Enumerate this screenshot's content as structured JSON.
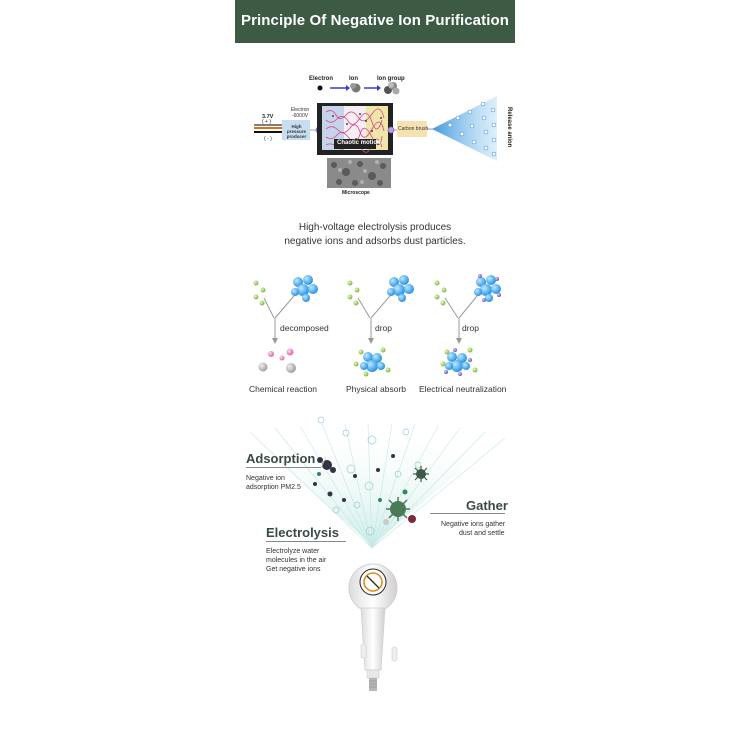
{
  "header": {
    "title": "Principle Of Negative Ion Purification"
  },
  "diagram": {
    "legend": {
      "electron": "Electron",
      "ion": "Ion",
      "ion_group": "Ion group"
    },
    "battery_voltage": "3.7V",
    "plus": "( + )",
    "minus": "( - )",
    "electron_voltage": "Electron -6000V",
    "producer": "High pressure producer",
    "chaotic": "Chaotic motion",
    "microscope": "Microscope",
    "carbon_brush": "Carbon brush",
    "release": "Release anion"
  },
  "description": {
    "line1": "High-voltage electrolysis produces",
    "line2": "negative ions and adsorbs dust particles."
  },
  "mechanisms": [
    {
      "arrow_label": "decomposed",
      "result": "Chemical reaction"
    },
    {
      "arrow_label": "drop",
      "result": "Physical absorb"
    },
    {
      "arrow_label": "drop",
      "result": "Electrical neutralization"
    }
  ],
  "device": {
    "adsorption": {
      "title": "Adsorption",
      "text1": "Negative ion",
      "text2": "adsorption PM2.5"
    },
    "gather": {
      "title": "Gather",
      "text1": "Negative ions gather",
      "text2": "dust and settle"
    },
    "electrolysis": {
      "title": "Electrolysis",
      "text1": "Electrolyze water",
      "text2": "molecules in the air",
      "text3": "Get negative ions"
    }
  },
  "colors": {
    "header_bg": "#3d5a45",
    "ion_blue": "#2aa4e8",
    "green": "#8bc34a",
    "pink": "#e36fb0"
  }
}
